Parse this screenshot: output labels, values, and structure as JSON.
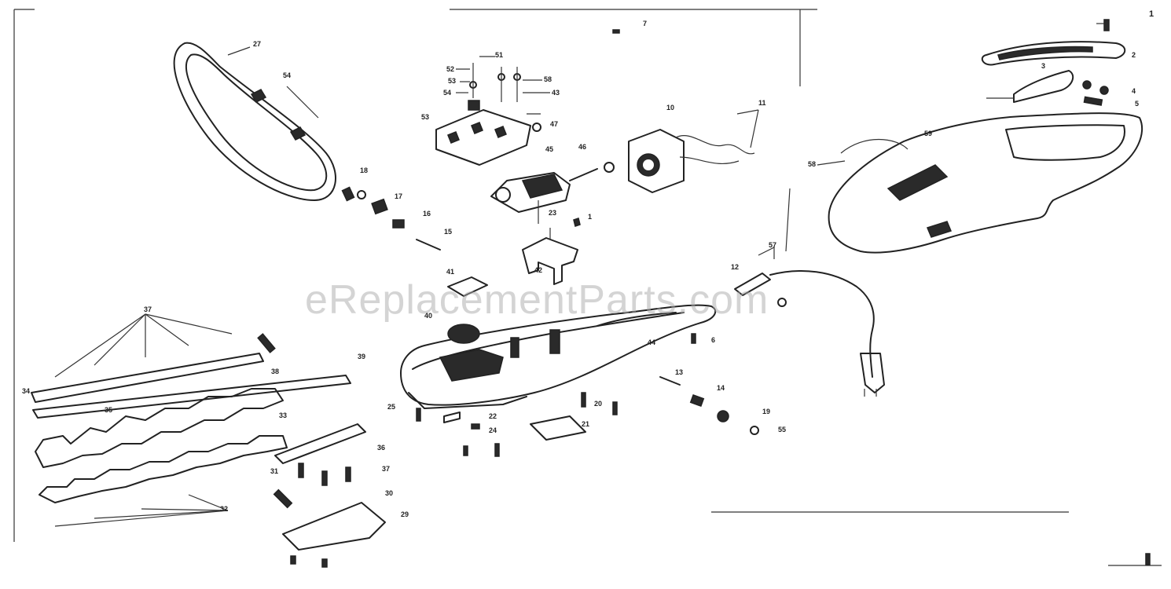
{
  "diagram": {
    "page_number": "1",
    "watermark": "eReplacementParts.com",
    "callouts": [
      {
        "id": "c27a",
        "text": "27"
      },
      {
        "id": "c54",
        "text": "54"
      },
      {
        "id": "c7",
        "text": "7"
      },
      {
        "id": "c51",
        "text": "51"
      },
      {
        "id": "c52",
        "text": "52"
      },
      {
        "id": "c53",
        "text": "53"
      },
      {
        "id": "c58",
        "text": "58"
      },
      {
        "id": "c43",
        "text": "43"
      },
      {
        "id": "c54b",
        "text": "54"
      },
      {
        "id": "c53b",
        "text": "53"
      },
      {
        "id": "c47",
        "text": "47"
      },
      {
        "id": "c45",
        "text": "45"
      },
      {
        "id": "c46",
        "text": "46"
      },
      {
        "id": "c10",
        "text": "10"
      },
      {
        "id": "c11",
        "text": "11"
      },
      {
        "id": "c18",
        "text": "18"
      },
      {
        "id": "c17",
        "text": "17"
      },
      {
        "id": "c16",
        "text": "16"
      },
      {
        "id": "c15",
        "text": "15"
      },
      {
        "id": "c23",
        "text": "23"
      },
      {
        "id": "c1",
        "text": "1"
      },
      {
        "id": "c42",
        "text": "42"
      },
      {
        "id": "c2",
        "text": "2"
      },
      {
        "id": "c3",
        "text": "3"
      },
      {
        "id": "c4",
        "text": "4"
      },
      {
        "id": "c5",
        "text": "5"
      },
      {
        "id": "c59",
        "text": "59"
      },
      {
        "id": "c58b",
        "text": "58"
      },
      {
        "id": "c12",
        "text": "12"
      },
      {
        "id": "c57",
        "text": "57"
      },
      {
        "id": "c41",
        "text": "41"
      },
      {
        "id": "c40",
        "text": "40"
      },
      {
        "id": "c44",
        "text": "44"
      },
      {
        "id": "c6",
        "text": "6"
      },
      {
        "id": "c37",
        "text": "37"
      },
      {
        "id": "c39",
        "text": "39"
      },
      {
        "id": "c38",
        "text": "38"
      },
      {
        "id": "c34",
        "text": "34"
      },
      {
        "id": "c35",
        "text": "35"
      },
      {
        "id": "c33",
        "text": "33"
      },
      {
        "id": "c25",
        "text": "25"
      },
      {
        "id": "c22",
        "text": "22"
      },
      {
        "id": "c24",
        "text": "24"
      },
      {
        "id": "c20",
        "text": "20"
      },
      {
        "id": "c21",
        "text": "21"
      },
      {
        "id": "c36",
        "text": "36"
      },
      {
        "id": "c37b",
        "text": "37"
      },
      {
        "id": "c31",
        "text": "31"
      },
      {
        "id": "c32",
        "text": "32"
      },
      {
        "id": "c30",
        "text": "30"
      },
      {
        "id": "c29",
        "text": "29"
      },
      {
        "id": "c13",
        "text": "13"
      },
      {
        "id": "c14",
        "text": "14"
      },
      {
        "id": "c19",
        "text": "19"
      },
      {
        "id": "c55",
        "text": "55"
      }
    ]
  }
}
